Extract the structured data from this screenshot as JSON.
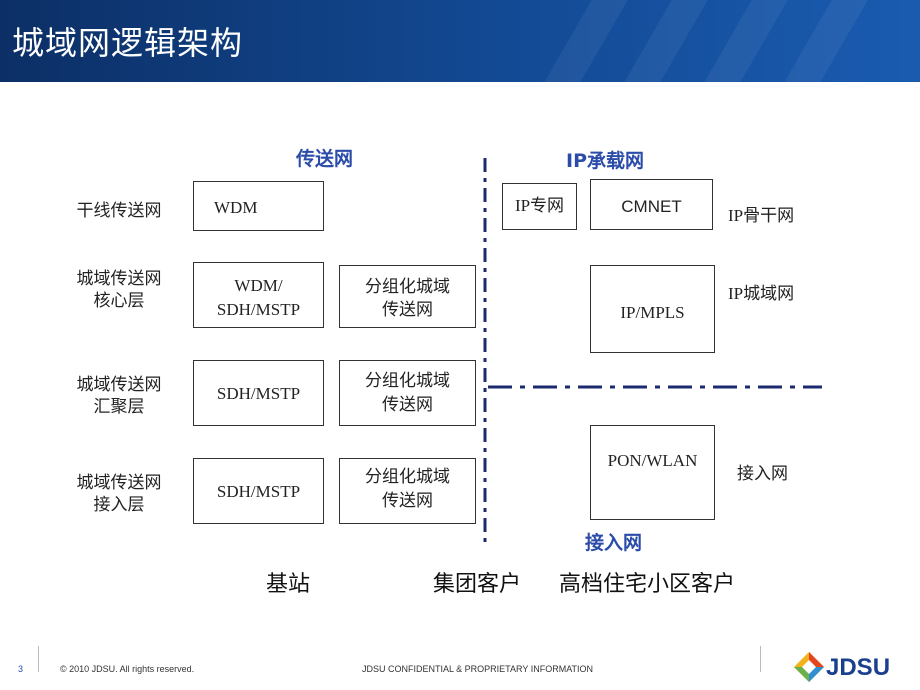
{
  "slide": {
    "title": "城域网逻辑架构"
  },
  "sections": {
    "transport": "传送网",
    "ip_bearer": "IP承载网",
    "access": "接入网"
  },
  "row_labels": {
    "trunk": "干线传送网",
    "core_line1": "城域传送网",
    "core_line2": "核心层",
    "agg_line1": "城域传送网",
    "agg_line2": "汇聚层",
    "acc_line1": "城域传送网",
    "acc_line2": "接入层"
  },
  "boxes": {
    "wdm": "WDM",
    "core_line1": "WDM/",
    "core_line2": "SDH/MSTP",
    "agg": "SDH/MSTP",
    "acc": "SDH/MSTP",
    "packet_line1": "分组化城域",
    "packet_line2": "传送网",
    "ip_private": "IP专网",
    "cmnet": "CMNET",
    "ip_mpls": "IP/MPLS",
    "pon_wlan": "PON/WLAN"
  },
  "right_labels": {
    "ip_backbone": "IP骨干网",
    "ip_metro": "IP城域网",
    "access_net": "接入网"
  },
  "bottom": {
    "base_station": "基站",
    "group_customers": "集团客户",
    "residential_customers": "高档住宅小区客户"
  },
  "footer": {
    "page_number": "3",
    "copyright": "© 2010 JDSU.  All rights reserved.",
    "confidential": "JDSU CONFIDENTIAL  & PROPRIETARY  INFORMATION",
    "logo_text": "JDSU"
  },
  "colors": {
    "title_bar": "#134a94",
    "section_heading": "#2b4ca8",
    "divider_line": "#1c2a6e"
  }
}
